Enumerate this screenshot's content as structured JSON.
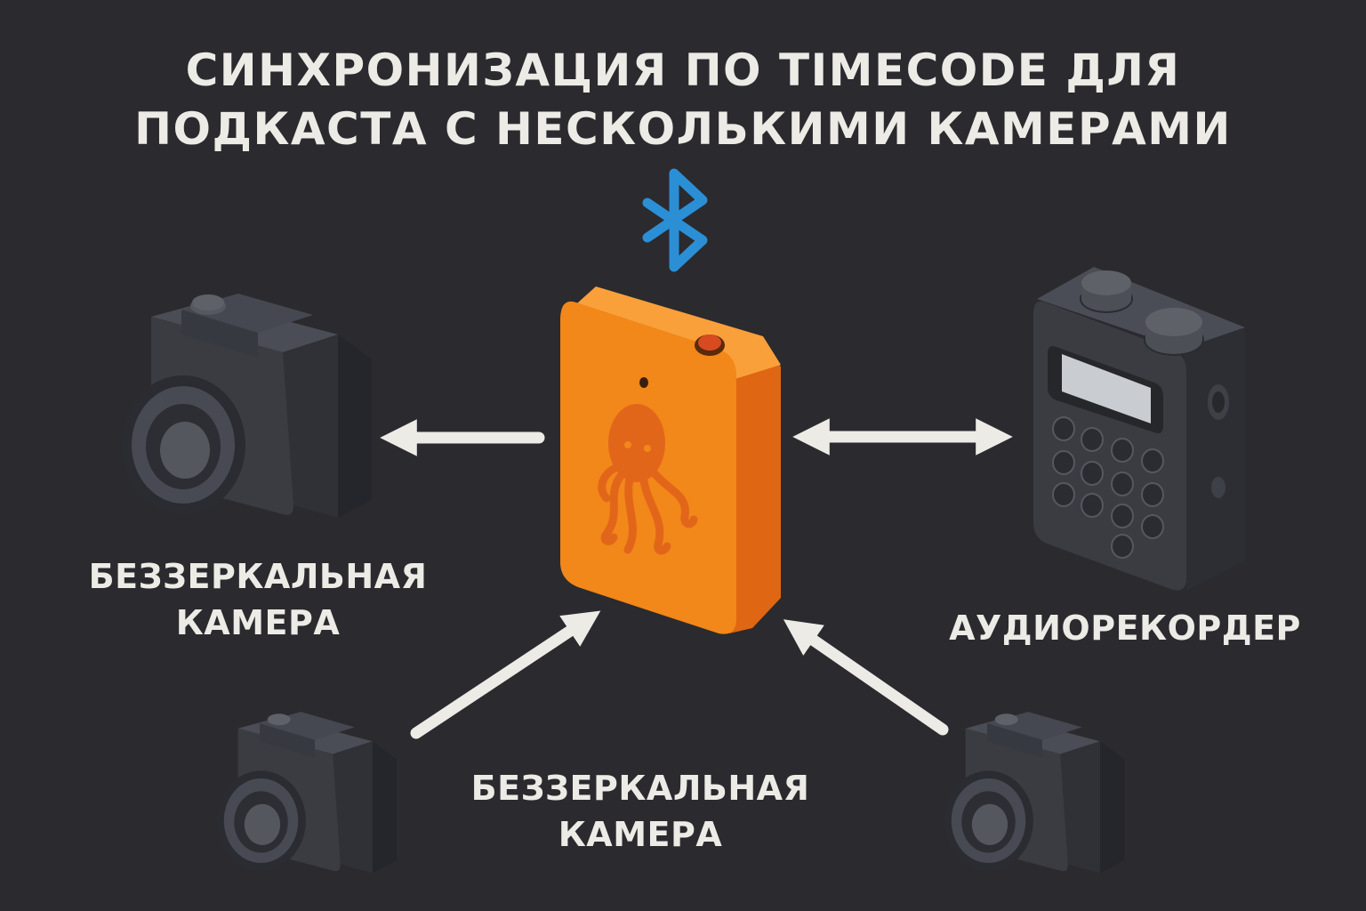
{
  "title": {
    "line1": "СИНХРОНИЗАЦИЯ ПО TIMECODE ДЛЯ",
    "line2": "ПОДКАСТА С НЕСКОЛЬКИМИ КАМЕРАМИ"
  },
  "nodes": {
    "camera_left": {
      "line1": "БЕЗЗЕРКАЛЬНАЯ",
      "line2": "КАМЕРА",
      "icon": "camera-icon"
    },
    "recorder": {
      "label": "АУДИОРЕКОРДЕР",
      "icon": "audio-recorder-icon"
    },
    "camera_bottom": {
      "line1": "БЕЗЗЕРКАЛЬНАЯ",
      "line2": "КАМЕРА",
      "icon": "camera-icon"
    },
    "timecode_device": {
      "icon": "timecode-box-icon",
      "logo": "octopus-logo-icon"
    },
    "wireless": {
      "icon": "bluetooth-icon"
    }
  },
  "colors": {
    "background": "#2b2a2e",
    "text": "#ecebe6",
    "device_orange": "#f2871a",
    "bluetooth_blue": "#2b8fd6",
    "arrow": "#ecebe6",
    "equipment": "#3a3c42"
  }
}
